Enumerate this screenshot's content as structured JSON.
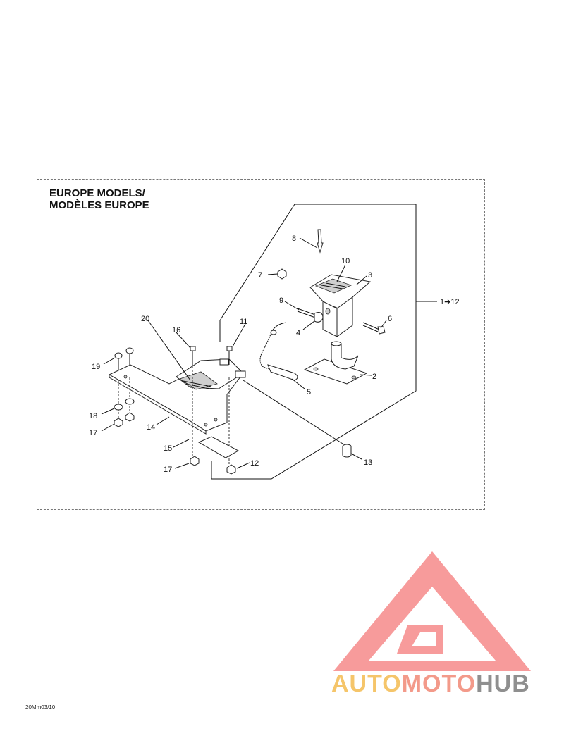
{
  "title": {
    "line1": "EUROPE MODELS/",
    "line2": "MODÈLES EUROPE"
  },
  "callouts": {
    "p1": "1",
    "p2": "2",
    "p3": "3",
    "p4": "4",
    "p5": "5",
    "p6": "6",
    "p7": "7",
    "p8": "8",
    "p9": "9",
    "p10": "10",
    "p11": "11",
    "p12": "12",
    "p13": "13",
    "p14": "14",
    "p15": "15",
    "p16": "16",
    "p17a": "17",
    "p17b": "17",
    "p18": "18",
    "p19": "19",
    "p20": "20",
    "range": "1➔12"
  },
  "figure_code": "20Mm03/10",
  "watermark": {
    "part1": "AUTO",
    "part2": "MOTO",
    "part3": "HUB"
  },
  "colors": {
    "logo": "#f47a7a",
    "brand_auto": "#f5c56a",
    "brand_moto": "#f39a8a",
    "brand_hub": "#8f8f8f"
  }
}
